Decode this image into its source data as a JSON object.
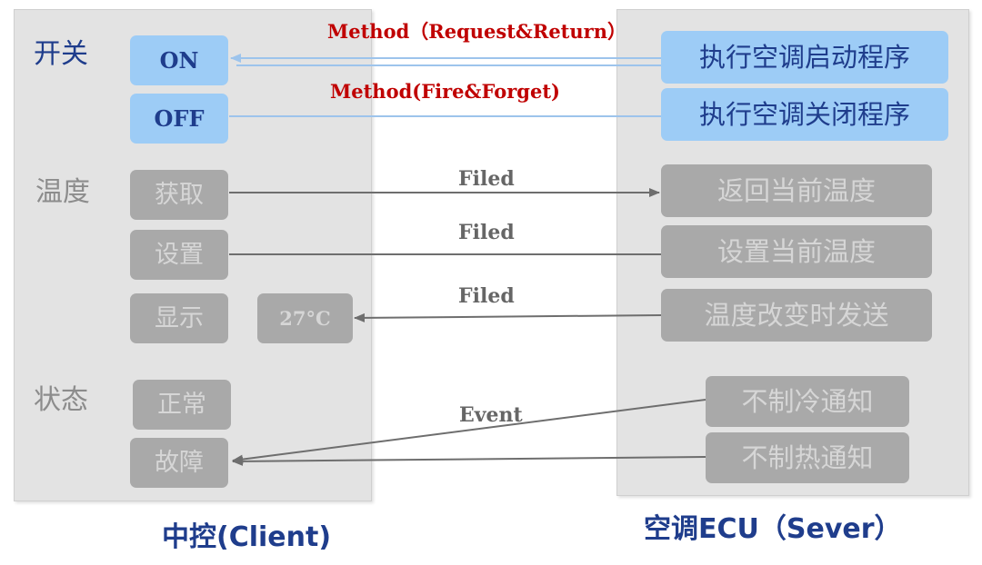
{
  "client": {
    "categories": {
      "power": "开关",
      "temperature": "温度",
      "status": "状态"
    },
    "buttons": {
      "on": "ON",
      "off": "OFF",
      "get": "获取",
      "set": "设置",
      "display": "显示",
      "temp_value": "27°C",
      "normal": "正常",
      "fault": "故障"
    },
    "caption": "中控(Client)"
  },
  "server": {
    "boxes": {
      "start_ac": "执行空调启动程序",
      "stop_ac": "执行空调关闭程序",
      "return_temp": "返回当前温度",
      "set_temp": "设置当前温度",
      "send_on_change": "温度改变时发送",
      "no_cooling": "不制冷通知",
      "no_heating": "不制热通知"
    },
    "caption": "空调ECU（Sever）"
  },
  "connections": {
    "method_request_return": "Method（Request&Return）",
    "method_fire_forget": "Method(Fire&Forget)",
    "field_get": "Filed",
    "field_set": "Filed",
    "field_notify": "Filed",
    "event": "Event"
  },
  "colors": {
    "blue_box": "#9dccf6",
    "blue_text": "#1f3d8c",
    "gray_box": "#a9a9a9",
    "gray_text": "#d6d6d6",
    "panel": "#e3e3e3",
    "method_label": "#c00000",
    "blue_arrow": "#9dc4ec",
    "gray_arrow": "#6e6e6e"
  }
}
